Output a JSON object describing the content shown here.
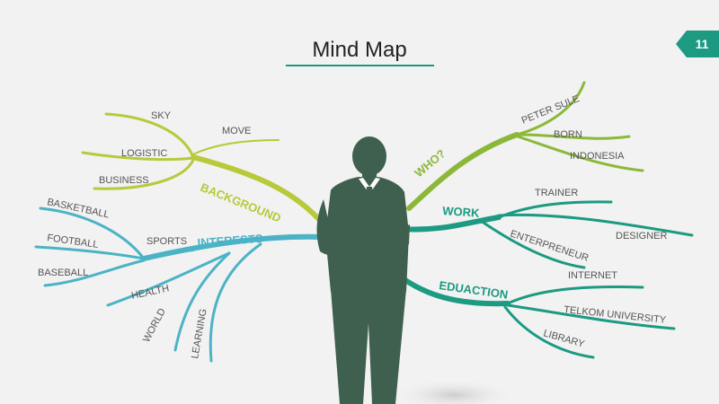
{
  "slide": {
    "title": "Mind Map",
    "page_number": "11"
  },
  "colors": {
    "background_branch": "#b8c93a",
    "interests_branch": "#4cb3c6",
    "who_branch": "#8cb83a",
    "work_branch": "#1c9a82",
    "education_branch": "#1c9a82",
    "figure": "#3f5f4f",
    "accent": "#1c9a82"
  },
  "branches": {
    "background": {
      "label": "BACKGROUND",
      "leaves": [
        "SKY",
        "MOVE",
        "LOGISTIC",
        "BUSINESS"
      ]
    },
    "interests": {
      "label": "INTERESTS",
      "leaves": [
        "BASKETBALL",
        "FOOTBALL",
        "SPORTS",
        "BASEBALL",
        "HEALTH",
        "WORLD",
        "LEARNING"
      ]
    },
    "who": {
      "label": "WHO?",
      "leaves": [
        "PETER SULE",
        "BORN",
        "INDONESIA"
      ]
    },
    "work": {
      "label": "WORK",
      "leaves": [
        "TRAINER",
        "DESIGNER",
        "ENTERPRENEUR",
        "INTERNET"
      ]
    },
    "education": {
      "label": "EDUACTION",
      "leaves": [
        "TELKOM UNIVERSITY",
        "LIBRARY"
      ]
    }
  }
}
